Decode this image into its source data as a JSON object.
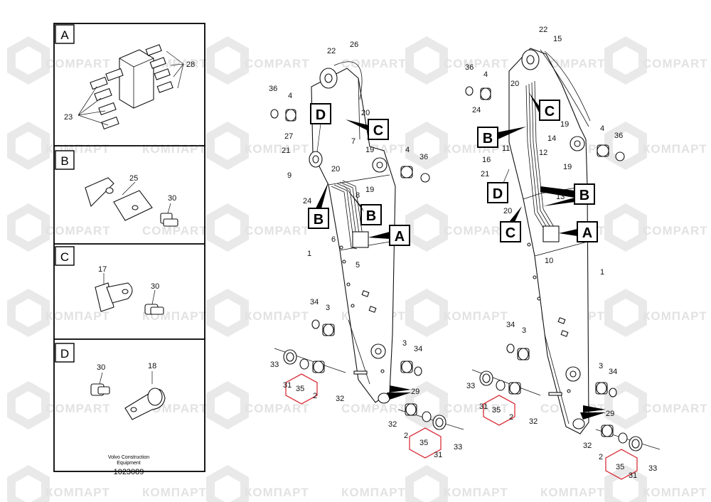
{
  "watermark": {
    "latin": "COMPART",
    "cyrillic": "КОМПАРТ",
    "color": "#e2e2e2"
  },
  "panels": [
    {
      "letter": "A",
      "labels": [
        "28",
        "23"
      ]
    },
    {
      "letter": "B",
      "labels": [
        "25",
        "30"
      ]
    },
    {
      "letter": "C",
      "labels": [
        "17",
        "30"
      ]
    },
    {
      "letter": "D",
      "labels": [
        "30",
        "18"
      ]
    }
  ],
  "caption": {
    "line1": "Volvo Construction",
    "line2": "Equipment",
    "doc_number": "1023089"
  },
  "left_arm": {
    "callouts": [
      "A",
      "B",
      "B",
      "C",
      "D"
    ],
    "labels": [
      "22",
      "26",
      "36",
      "4",
      "20",
      "7",
      "27",
      "21",
      "19",
      "4",
      "36",
      "9",
      "20",
      "8",
      "19",
      "24",
      "6",
      "1",
      "5",
      "34",
      "3",
      "3",
      "34",
      "33",
      "31",
      "35",
      "2",
      "32",
      "29",
      "32",
      "2",
      "35",
      "31",
      "33"
    ]
  },
  "right_arm": {
    "callouts": [
      "A",
      "B",
      "B",
      "C",
      "C",
      "D"
    ],
    "labels": [
      "22",
      "15",
      "36",
      "4",
      "20",
      "24",
      "19",
      "14",
      "11",
      "12",
      "16",
      "21",
      "19",
      "4",
      "36",
      "13",
      "20",
      "10",
      "1",
      "34",
      "3",
      "3",
      "34",
      "33",
      "31",
      "35",
      "2",
      "32",
      "29",
      "32",
      "2",
      "35",
      "31",
      "33"
    ]
  },
  "colors": {
    "highlight": "#d9303a",
    "line": "#111111"
  }
}
